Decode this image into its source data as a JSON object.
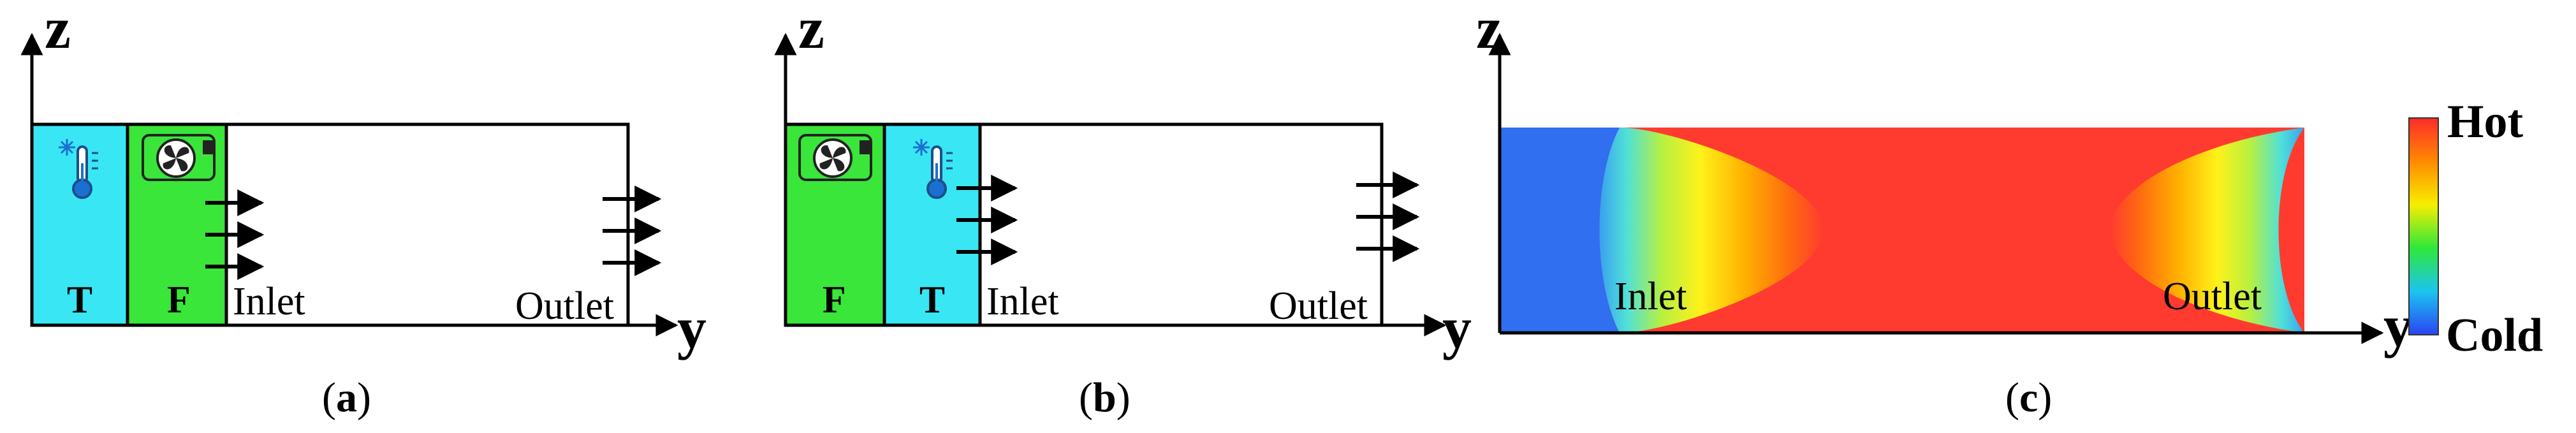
{
  "colors": {
    "thermal": "#39e6f3",
    "fan": "#39e639",
    "hot": "#ff3b30",
    "cold": "#2f6ff0",
    "line": "#000000"
  },
  "panels": [
    {
      "caption_letter": "a",
      "axis_z": "z",
      "axis_y": "y",
      "box_labels": [
        "T",
        "F"
      ],
      "inlet": "Inlet",
      "outlet": "Outlet",
      "icons": [
        "thermometer-snow-icon",
        "fan-icon"
      ]
    },
    {
      "caption_letter": "b",
      "axis_z": "z",
      "axis_y": "y",
      "box_labels": [
        "F",
        "T"
      ],
      "inlet": "Inlet",
      "outlet": "Outlet",
      "icons": [
        "fan-icon",
        "thermometer-snow-icon"
      ]
    },
    {
      "caption_letter": "c",
      "axis_z": "z",
      "axis_y": "y",
      "inlet": "Inlet",
      "outlet": "Outlet",
      "legend_hot": "Hot",
      "legend_cold": "Cold"
    }
  ]
}
